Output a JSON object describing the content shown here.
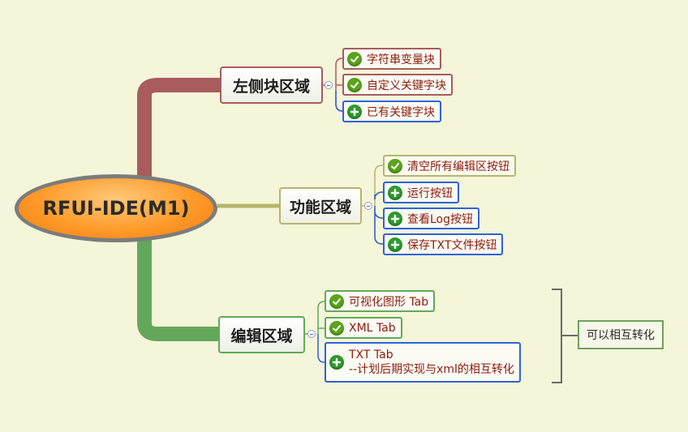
{
  "root": {
    "label": "RFUI-IDE(M1)"
  },
  "branches": [
    {
      "label": "左侧块区域",
      "children": [
        {
          "label": "字符串变量块",
          "icon": "check-icon"
        },
        {
          "label": "自定义关键字块",
          "icon": "check-icon"
        },
        {
          "label": "已有关键字块",
          "icon": "plus-icon"
        }
      ]
    },
    {
      "label": "功能区域",
      "children": [
        {
          "label": "清空所有编辑区按钮",
          "icon": "check-icon"
        },
        {
          "label": "运行按钮",
          "icon": "plus-icon"
        },
        {
          "label": "查看Log按钮",
          "icon": "plus-icon"
        },
        {
          "label": "保存TXT文件按钮",
          "icon": "plus-icon"
        }
      ]
    },
    {
      "label": "编辑区域",
      "children": [
        {
          "label": "可视化图形 Tab",
          "icon": "check-icon"
        },
        {
          "label": "XML Tab",
          "icon": "check-icon"
        },
        {
          "label": "TXT Tab",
          "sublabel": "--计划后期实现与xml的相互转化",
          "icon": "plus-icon"
        }
      ]
    }
  ],
  "summary": {
    "label": "可以相互转化"
  },
  "colors": {
    "background": "#f5f5d9",
    "branch_left": "#a85c5c",
    "branch_function": "#b5b56a",
    "branch_edit": "#63a85a",
    "leaf_done_border": "#a85c5c",
    "leaf_todo_border": "#2e63d6",
    "leaf_text": "#8a1d0c"
  }
}
